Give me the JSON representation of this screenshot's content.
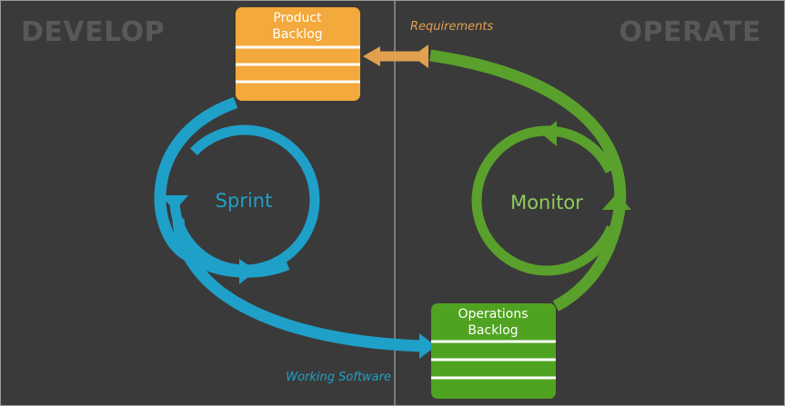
{
  "sections": {
    "develop": "DEVELOP",
    "operate": "OPERATE"
  },
  "product_backlog": {
    "line1": "Product",
    "line2": "Backlog"
  },
  "operations_backlog": {
    "line1": "Operations",
    "line2": "Backlog"
  },
  "loops": {
    "sprint": "Sprint",
    "monitor": "Monitor"
  },
  "flows": {
    "requirements": "Requirements",
    "working_software": "Working Software"
  },
  "colors": {
    "background": "#3a3a3a",
    "divider": "#7a7a7a",
    "section_text": "#585858",
    "product_backlog": "#f3a93b",
    "operations_backlog": "#4fa320",
    "sprint": "#1fa0c8",
    "monitor": "#5aa02c",
    "requirements": "#e0a050"
  }
}
